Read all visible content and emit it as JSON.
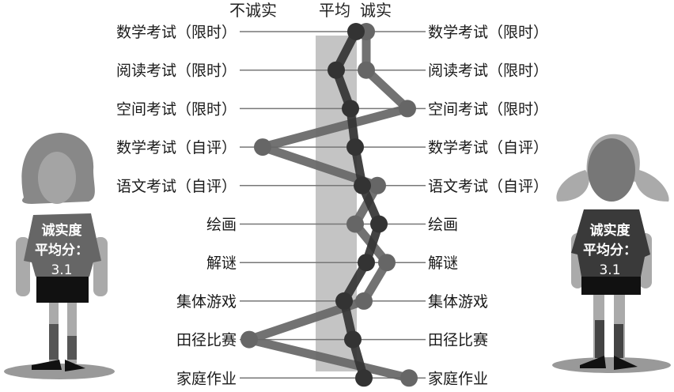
{
  "chart_data": {
    "type": "line",
    "orientation": "horizontal",
    "scale_labels": {
      "left": "不诚实",
      "center": "平均",
      "right": "诚实"
    },
    "xlim": [
      -2.5,
      2.5
    ],
    "average_band": [
      -0.52,
      0.52
    ],
    "categories": [
      "数学考试（限时）",
      "阅读考试（限时）",
      "空间考试（限时）",
      "数学考试（自评）",
      "语文考试（自评）",
      "绘画",
      "解谜",
      "集体游戏",
      "田径比赛",
      "家庭作业"
    ],
    "series": [
      {
        "name": "left-girl",
        "color": "#666666",
        "values": [
          0.76,
          0.76,
          1.8,
          -1.86,
          1.04,
          0.48,
          1.28,
          0.7,
          -2.2,
          1.84
        ]
      },
      {
        "name": "right-girl",
        "color": "#333333",
        "values": [
          0.5,
          0.0,
          0.36,
          0.48,
          0.66,
          1.08,
          0.76,
          0.2,
          0.42,
          0.7
        ]
      }
    ]
  },
  "girls": [
    {
      "shirt_line1": "诚实度",
      "shirt_line2": "平均分：",
      "score": "3.1"
    },
    {
      "shirt_line1": "诚实度",
      "shirt_line2": "平均分：",
      "score": "3.1"
    }
  ]
}
